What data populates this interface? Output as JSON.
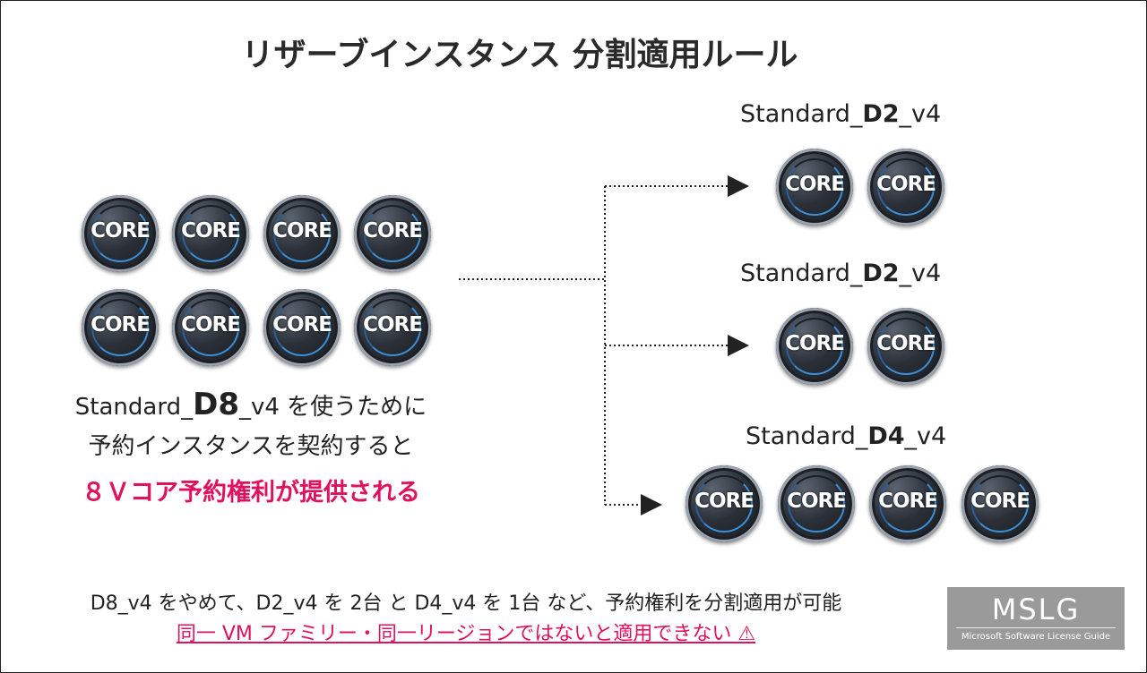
{
  "title": "リザーブインスタンス 分割適用ルール",
  "core_label": "CORE",
  "source": {
    "desc_prefix": "Standard_",
    "desc_big": "D8",
    "desc_suffix": "_v4 を使うために",
    "desc_line2": "予約インスタンスを契約すると",
    "highlight": "８Ｖコア予約権利が提供される"
  },
  "targets": [
    {
      "prefix": "Standard_",
      "bold": "D2",
      "suffix": "_v4"
    },
    {
      "prefix": "Standard_",
      "bold": "D2",
      "suffix": "_v4"
    },
    {
      "prefix": "Standard_",
      "bold": "D4",
      "suffix": "_v4"
    }
  ],
  "footer": {
    "line1": "D8_v4 をやめて、D2_v4 を 2台 と D4_v4 を 1台 など、予約権利を分割適用が可能",
    "line2": "同一 VM ファミリー・同一リージョンではないと適用できない ⚠"
  },
  "logo": {
    "big": "MSLG",
    "small": "Microsoft Software License Guide"
  }
}
